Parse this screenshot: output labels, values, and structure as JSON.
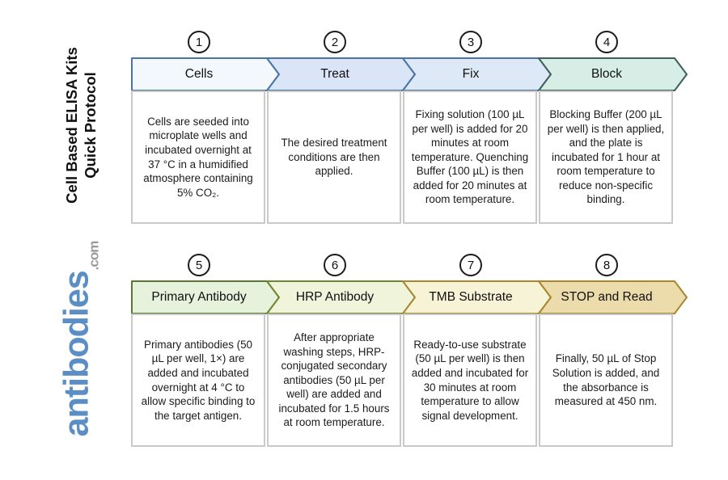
{
  "branding": {
    "title_line1": "Cell Based ELISA Kits",
    "title_line2": "Quick Protocol",
    "logo_text": "antibodies",
    "logo_suffix": ".com",
    "logo_color": "#5b8ec5",
    "logo_suffix_color": "#9a9a9a"
  },
  "steps": [
    {
      "number": "1",
      "label": "Cells",
      "fill": "#f3f8fc",
      "stroke": "#4a74a8",
      "description": "Cells are seeded into microplate wells and incubated overnight at 37 °C in a humidified atmosphere containing 5% CO₂."
    },
    {
      "number": "2",
      "label": "Treat",
      "fill": "#dbe5f8",
      "stroke": "#4a74a8",
      "description": "The desired treatment conditions are then applied."
    },
    {
      "number": "3",
      "label": "Fix",
      "fill": "#dde9f7",
      "stroke": "#4a74a8",
      "description": "Fixing solution (100 µL per well) is added for 20 minutes at room temperature. Quenching Buffer (100 µL) is then added for 20 minutes at room temperature."
    },
    {
      "number": "4",
      "label": "Block",
      "fill": "#d6eee5",
      "stroke": "#3f5f5b",
      "description": "Blocking Buffer (200 µL per well) is then applied, and the plate is incubated for 1 hour at room temperature to reduce non-specific binding."
    },
    {
      "number": "5",
      "label": "Primary Antibody",
      "fill": "#e6f2dc",
      "stroke": "#567a33",
      "description": "Primary antibodies (50 µL per well, 1×) are added and incubated overnight at 4 °C to allow specific binding to the target antigen."
    },
    {
      "number": "6",
      "label": "HRP Antibody",
      "fill": "#eff4da",
      "stroke": "#70862f",
      "description": "After appropriate washing steps, HRP-conjugated secondary antibodies (50 µL per well) are added and incubated for 1.5 hours at room temperature."
    },
    {
      "number": "7",
      "label": "TMB Substrate",
      "fill": "#f7f3d6",
      "stroke": "#a8892f",
      "description": "Ready-to-use substrate (50 µL per well) is then added and incubated for 30 minutes at room temperature to allow signal development."
    },
    {
      "number": "8",
      "label": "STOP and Read",
      "fill": "#ecdcab",
      "stroke": "#a8872d",
      "description": "Finally, 50 µL of Stop Solution is added, and the absorbance is measured at 450 nm."
    }
  ]
}
